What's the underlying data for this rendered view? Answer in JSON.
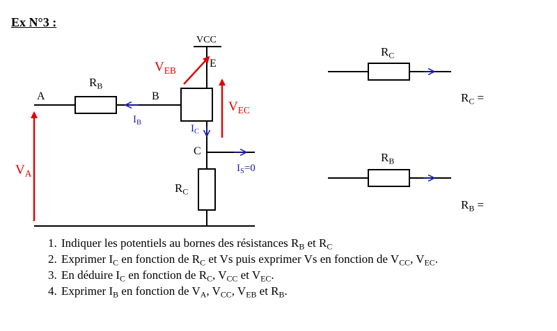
{
  "title": "Ex N°3 :",
  "colors": {
    "voltage_arrows": "#e00000",
    "current_arrows": "#1a1ab4",
    "wires": "#000000"
  },
  "circuit": {
    "vcc": "VCC",
    "node_e": "E",
    "node_a": "A",
    "node_b": "B",
    "node_c": "C",
    "rb": {
      "main": "R",
      "sub": "B"
    },
    "rc": {
      "main": "R",
      "sub": "C"
    },
    "veb": {
      "main": "V",
      "sub": "EB"
    },
    "vec": {
      "main": "V",
      "sub": "EC"
    },
    "va": {
      "main": "V",
      "sub": "A"
    },
    "ib": {
      "main": "I",
      "sub": "B"
    },
    "ic": {
      "main": "I",
      "sub": "C"
    },
    "is": {
      "main": "I",
      "sub": "S",
      "rest": "=0"
    }
  },
  "side": {
    "rc_label": {
      "main": "R",
      "sub": "C"
    },
    "rc_formula": {
      "main": "R",
      "sub": "C",
      "rest": " ="
    },
    "rb_label": {
      "main": "R",
      "sub": "B"
    },
    "rb_formula": {
      "main": "R",
      "sub": "B",
      "rest": " ="
    }
  },
  "questions": [
    {
      "p1": "Indiquer les potentiels au bornes des résistances R",
      "s1": "B",
      "p2": " et R",
      "s2": "C",
      "p3": ""
    },
    {
      "p1": "Exprimer I",
      "s1": "C",
      "p2": " en fonction de R",
      "s2": "C",
      "p3": " et Vs puis exprimer Vs en fonction de V",
      "s3": "CC",
      "p4": ", V",
      "s4": "EC",
      "p5": "."
    },
    {
      "p1": "En déduire I",
      "s1": "C",
      "p2": " en fonction de R",
      "s2": "C",
      "p3": ", V",
      "s3": "CC",
      "p4": " et V",
      "s4": "EC",
      "p5": "."
    },
    {
      "p1": "Exprimer I",
      "s1": "B",
      "p2": " en fonction de V",
      "s2": "A",
      "p3": ", V",
      "s3": "CC",
      "p4": ", V",
      "s4": "EB",
      "p5": " et R",
      "s5": "B",
      "p6": "."
    }
  ]
}
